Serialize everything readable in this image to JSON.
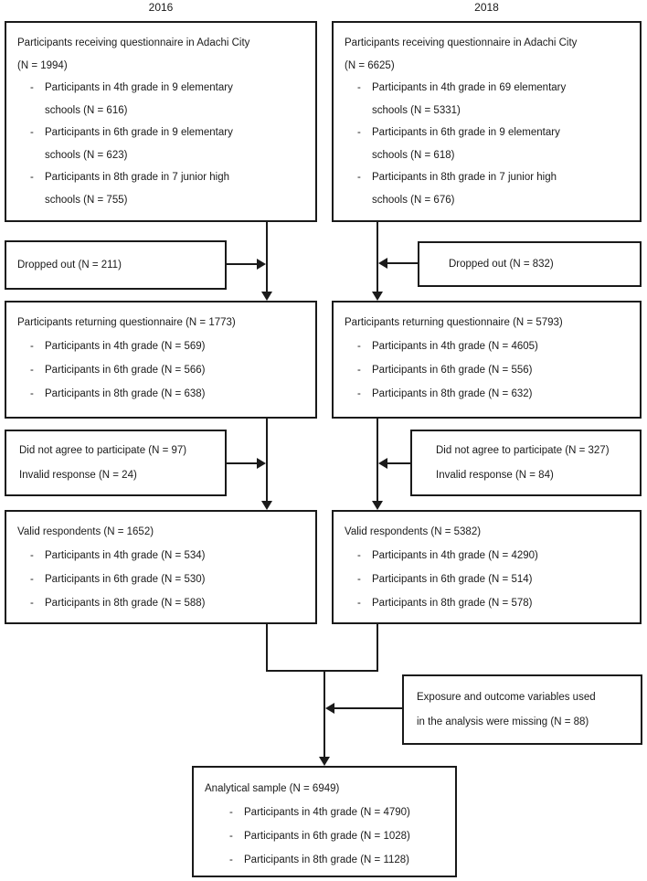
{
  "figure": {
    "bullet_glyph": "-",
    "colors": {
      "ink": "#1a1a1a",
      "background": "#ffffff"
    },
    "columns": [
      {
        "year": "2016",
        "received": {
          "title1": "Participants receiving questionnaire in Adachi City",
          "title2": "(N = 1994)",
          "items": [
            {
              "l1": "Participants in 4th grade in 9 elementary",
              "l2": "schools (N = 616)"
            },
            {
              "l1": "Participants in 6th grade in 9 elementary",
              "l2": "schools (N = 623)"
            },
            {
              "l1": "Participants in 8th grade in 7 junior high",
              "l2": "schools (N = 755)"
            }
          ]
        },
        "dropped_out": "Dropped out (N = 211)",
        "returning": {
          "title": "Participants returning questionnaire (N = 1773)",
          "items": [
            "Participants in 4th grade (N = 569)",
            "Participants in 6th grade (N = 566)",
            "Participants in 8th grade (N = 638)"
          ]
        },
        "excluded": {
          "line1": "Did not agree to participate (N = 97)",
          "line2": "Invalid response (N = 24)"
        },
        "valid": {
          "title": "Valid respondents (N = 1652)",
          "items": [
            "Participants in 4th grade (N = 534)",
            "Participants in 6th grade (N = 530)",
            "Participants in 8th grade (N = 588)"
          ]
        }
      },
      {
        "year": "2018",
        "received": {
          "title1": "Participants receiving questionnaire in Adachi City",
          "title2": "(N = 6625)",
          "items": [
            {
              "l1": "Participants in 4th grade in 69 elementary",
              "l2": "schools (N = 5331)"
            },
            {
              "l1": "Participants in 6th grade in 9 elementary",
              "l2": "schools (N = 618)"
            },
            {
              "l1": "Participants in 8th grade in 7 junior high",
              "l2": "schools (N = 676)"
            }
          ]
        },
        "dropped_out": "Dropped out (N = 832)",
        "returning": {
          "title": "Participants returning questionnaire (N = 5793)",
          "items": [
            "Participants in 4th grade (N = 4605)",
            "Participants in 6th grade (N = 556)",
            "Participants in 8th grade (N = 632)"
          ]
        },
        "excluded": {
          "line1": "Did not agree to participate (N = 327)",
          "line2": "Invalid response (N = 84)"
        },
        "valid": {
          "title": "Valid respondents (N = 5382)",
          "items": [
            "Participants in 4th grade (N = 4290)",
            "Participants in 6th grade (N = 514)",
            "Participants in 8th grade (N = 578)"
          ]
        }
      }
    ],
    "missing": {
      "line1": "Exposure and outcome variables used",
      "line2": "in the analysis were missing (N = 88)"
    },
    "analytical": {
      "title": "Analytical sample (N = 6949)",
      "items": [
        "Participants in 4th grade (N = 4790)",
        "Participants in 6th grade (N = 1028)",
        "Participants in 8th grade (N = 1128)"
      ]
    }
  }
}
